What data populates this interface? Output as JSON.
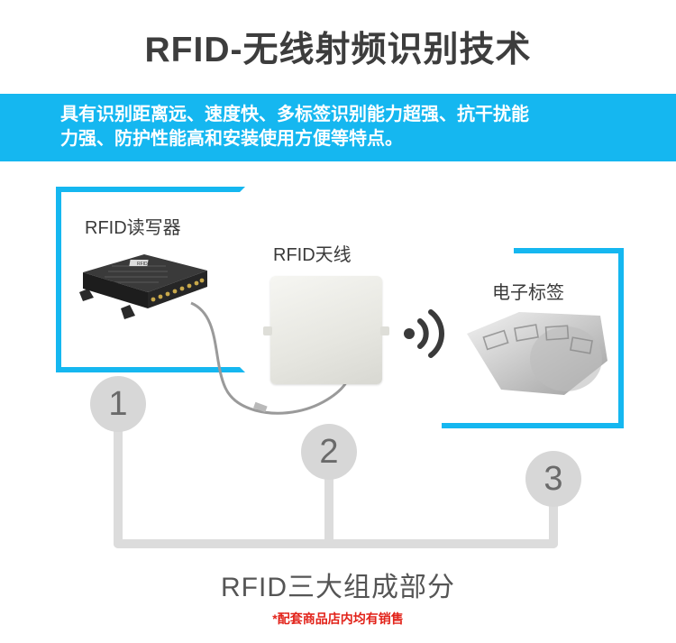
{
  "title": "RFID-无线射频识别技术",
  "banner": {
    "line1": "具有识别距离远、速度快、多标签识别能力超强、抗干扰能",
    "line2": "力强、防护性能高和安装使用方便等特点。"
  },
  "components": {
    "reader_label": "RFID读写器",
    "antenna_label": "RFID天线",
    "tag_label": "电子标签",
    "reader_nameplate": "RFID"
  },
  "steps": [
    "1",
    "2",
    "3"
  ],
  "bottom_title": "RFID三大组成部分",
  "footnote": "*配套商品店内均有销售",
  "colors": {
    "accent": "#15b7f0",
    "footnote": "#e2231a",
    "circle": "#d7d7d7"
  }
}
